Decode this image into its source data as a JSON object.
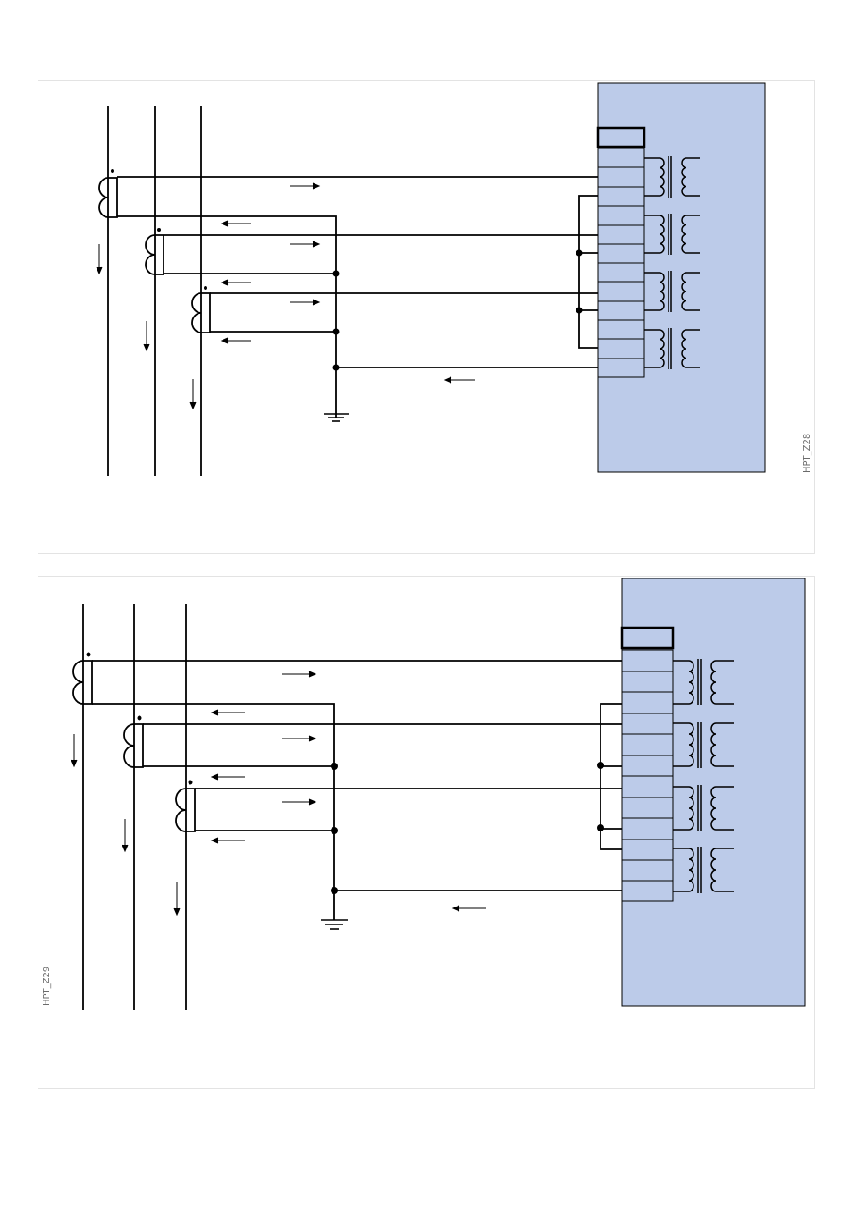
{
  "diagrams": [
    {
      "id": "HPT_Z28",
      "label": "HPT_Z28"
    },
    {
      "id": "HPT_Z29",
      "label": "HPT_Z29"
    }
  ],
  "colors": {
    "ied_fill": "#bccbe9",
    "wire": "#000000",
    "label": "#6b6b6b",
    "panel_border": "#e3e3e3"
  }
}
